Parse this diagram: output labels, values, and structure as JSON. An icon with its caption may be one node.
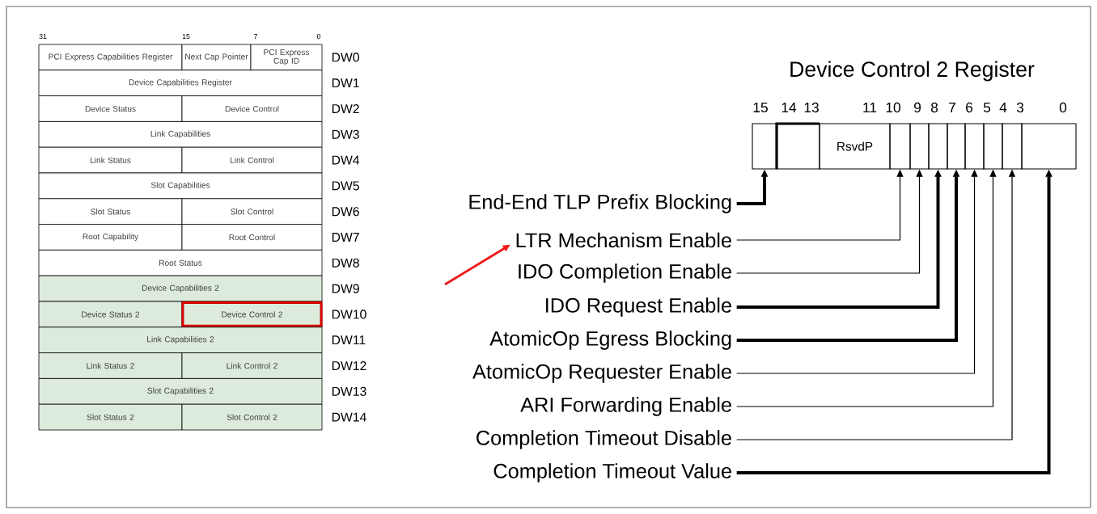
{
  "diagram": {
    "title": "Device Control 2 Register",
    "nodes": [
      {
        "text": [
          "PCI Express Capabilities Register"
        ]
      },
      {
        "text": [
          "Next Cap Pointer"
        ]
      },
      {
        "text": [
          "PCI Express Cap ID"
        ]
      },
      {
        "text": [
          "Device Capabilities Register"
        ]
      },
      {
        "text": [
          "Device Status"
        ]
      },
      {
        "text": [
          "Device Control"
        ]
      },
      {
        "text": [
          "Link Capabilities"
        ]
      },
      {
        "text": [
          "Link Status"
        ]
      },
      {
        "text": [
          "Link Control"
        ]
      },
      {
        "text": [
          "Slot Capabilities"
        ]
      },
      {
        "text": [
          "Slot Status"
        ]
      },
      {
        "text": [
          "Slot Control"
        ]
      },
      {
        "text": [
          "Root Capability"
        ]
      },
      {
        "text": [
          "Root Control"
        ]
      },
      {
        "text": [
          "Root Status"
        ]
      },
      {
        "text": [
          "Device Capabilities 2"
        ]
      },
      {
        "text": [
          "Device Status 2"
        ]
      },
      {
        "text": [
          "Device Control 2"
        ]
      },
      {
        "text": [
          "Link Capabilities 2"
        ]
      },
      {
        "text": [
          "Link Status 2"
        ]
      },
      {
        "text": [
          "Link Control 2"
        ]
      },
      {
        "text": [
          "Slot Capabilities 2"
        ]
      },
      {
        "text": [
          "Slot Status 2"
        ]
      },
      {
        "text": [
          "Slot Control 2"
        ]
      },
      {
        "text": [],
        "shape": "box"
      },
      {
        "text": [],
        "shape": "box"
      },
      {
        "text": [
          "RsvdP"
        ]
      },
      {
        "text": [],
        "shape": "box"
      },
      {
        "text": [],
        "shape": "box"
      },
      {
        "text": [],
        "shape": "box"
      },
      {
        "text": [],
        "shape": "box"
      },
      {
        "text": [],
        "shape": "box"
      },
      {
        "text": [],
        "shape": "box"
      },
      {
        "text": [],
        "shape": "box"
      },
      {
        "text": [],
        "shape": "box"
      },
      {
        "text": [
          "End-End TLP Prefix Blocking"
        ]
      },
      {
        "text": [
          "LTR Mechanism Enable"
        ]
      },
      {
        "text": [
          "IDO Completion Enable"
        ]
      },
      {
        "text": [
          "IDO Request Enable"
        ]
      },
      {
        "text": [
          "AtomicOp Egress Blocking"
        ]
      },
      {
        "text": [
          "AtomicOp Requester Enable"
        ]
      },
      {
        "text": [
          "ARI Forwarding Enable"
        ]
      },
      {
        "text": [
          "Completion Timeout Disable"
        ]
      },
      {
        "text": [
          "Completion Timeout Value"
        ]
      }
    ],
    "edges": [
      {
        "from": 35,
        "to": 24,
        "arrow": "to",
        "style": "thick"
      },
      {
        "from": 36,
        "to": 27,
        "arrow": "to"
      },
      {
        "from": 37,
        "to": 28,
        "arrow": "to"
      },
      {
        "from": 38,
        "to": 29,
        "arrow": "to",
        "style": "thick"
      },
      {
        "from": 39,
        "to": 30,
        "arrow": "to",
        "style": "thick"
      },
      {
        "from": 40,
        "to": 31,
        "arrow": "to"
      },
      {
        "from": 41,
        "to": 32,
        "arrow": "to"
      },
      {
        "from": 42,
        "to": 33,
        "arrow": "to"
      },
      {
        "from": 43,
        "to": 34,
        "arrow": "to",
        "style": "thick"
      },
      {
        "from": null,
        "to": 36,
        "arrow": "to",
        "color": "#ee1c1c"
      }
    ],
    "labels": [
      "31",
      "15",
      "7",
      "0",
      "DW0",
      "DW1",
      "DW2",
      "DW3",
      "DW4",
      "DW5",
      "DW6",
      "DW7",
      "DW8",
      "DW9",
      "DW10",
      "DW11",
      "DW12",
      "DW13",
      "DW14",
      "15",
      "14",
      "13",
      "11",
      "10",
      "9",
      "8",
      "7",
      "6",
      "5",
      "4",
      "3",
      "0"
    ]
  }
}
